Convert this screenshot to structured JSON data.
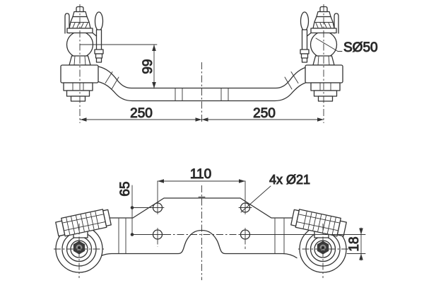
{
  "drawing": {
    "front_view": {
      "ball_diameter_label": "SØ50",
      "drop_height": "99",
      "span_left": "250",
      "span_right": "250"
    },
    "plan_view": {
      "hole_pattern_width": "110",
      "hole_pattern_height": "65",
      "holes_label": "4x Ø21",
      "hole_edge_distance": "18"
    },
    "colors": {
      "line": "#333333",
      "dim_text": "#1a1a1a",
      "background": "#ffffff",
      "hub_shade_outer": "#ececec",
      "hub_shade_mid": "#d9d9d9",
      "hub_shade_inner": "#e3e3e3",
      "bolt_dark": "#3a3a3a"
    }
  }
}
